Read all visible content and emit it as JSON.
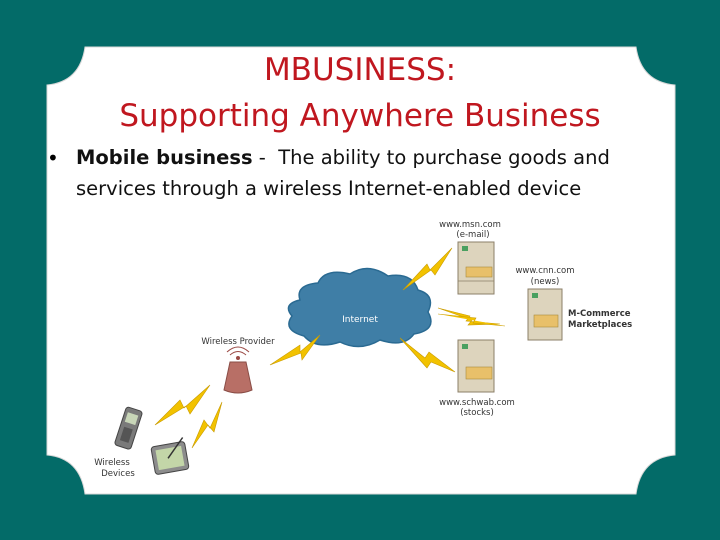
{
  "slide": {
    "title_line1": "MBUSINESS:",
    "title_line2": "Supporting Anywhere Business",
    "bullet": {
      "term": "Mobile business",
      "separator": " -  ",
      "definition_line1": "The ability to purchase goods and",
      "definition_line2": "services through a wireless Internet-enabled device"
    }
  },
  "diagram": {
    "cloud_label": "Internet",
    "provider_label": "Wireless Provider",
    "devices_label_line1": "Wireless",
    "devices_label_line2": "Devices",
    "servers": [
      {
        "name": "www.msn.com",
        "sub": "(e-mail)"
      },
      {
        "name": "www.cnn.com",
        "sub": "(news)"
      },
      {
        "name": "M-Commerce",
        "sub": "Marketplaces"
      },
      {
        "name": "www.schwab.com",
        "sub": "(stocks)"
      }
    ]
  },
  "colors": {
    "background": "#036b68",
    "panel": "#ffffff",
    "title": "#c0171f",
    "cloud": "#3f7ea6",
    "lightning": "#f2c200",
    "server": "#ddd4bd"
  }
}
